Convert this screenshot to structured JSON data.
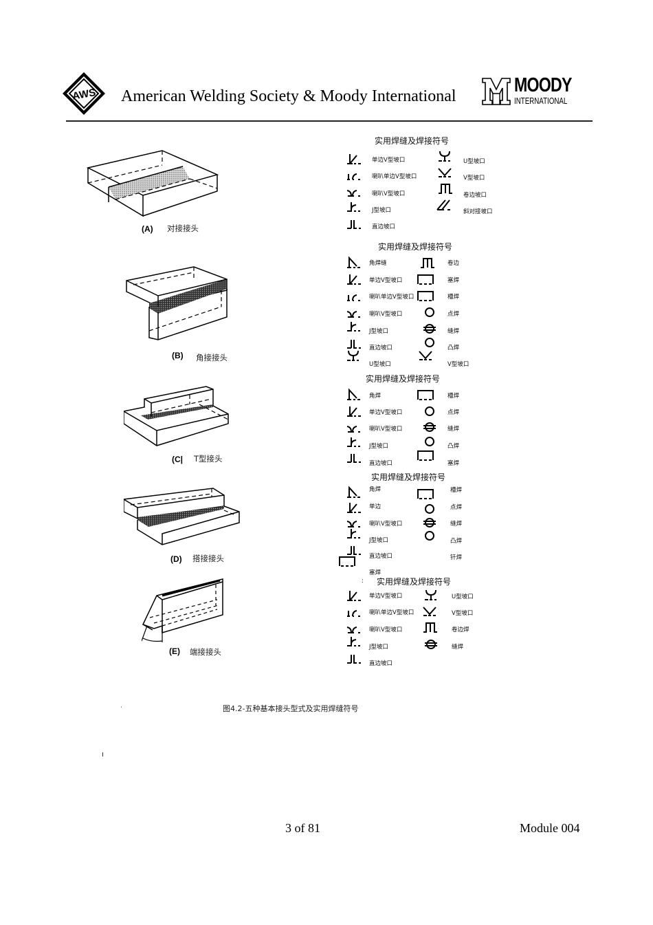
{
  "header": {
    "title": "American Welding Society & Moody International",
    "left_logo": {
      "icon": "aws-logo",
      "text": "AWS"
    },
    "right_logo": {
      "icon": "moody-logo",
      "name": "MOODY",
      "sub": "INTERNATIONAL"
    }
  },
  "figures": [
    {
      "id": "A",
      "label": "(A)",
      "caption": "对接接头"
    },
    {
      "id": "B",
      "label": "(B)",
      "caption": "角接接头"
    },
    {
      "id": "C",
      "label": "(C|",
      "caption": "T型接头"
    },
    {
      "id": "D",
      "label": "(D)",
      "caption": "搭接接头"
    },
    {
      "id": "E",
      "label": "(E)",
      "caption": "端接接头"
    }
  ],
  "symbol_tables": [
    {
      "title": "实用焊缝及焊接符号",
      "left": [
        {
          "icon": "bevel-symbol",
          "label": "单边V型坡口"
        },
        {
          "icon": "flare-bevel-symbol",
          "label": "喇叭单边V型坡口"
        },
        {
          "icon": "flare-v-symbol",
          "label": "喇叭V型坡口"
        },
        {
          "icon": "j-groove-symbol",
          "label": "J型坡口"
        },
        {
          "icon": "square-groove-symbol",
          "label": "直边坡口"
        }
      ],
      "right": [
        {
          "icon": "u-groove-symbol",
          "label": "U型坡口"
        },
        {
          "icon": "v-groove-symbol",
          "label": "V型坡口"
        },
        {
          "icon": "edge-flange-symbol",
          "label": "卷边坡口"
        },
        {
          "icon": "scarf-symbol",
          "label": "斜对接坡口"
        }
      ]
    },
    {
      "title": "实用焊缝及焊接符号",
      "left": [
        {
          "icon": "fillet-symbol",
          "label": "角焊缝"
        },
        {
          "icon": "bevel-symbol",
          "label": "单边V型坡口"
        },
        {
          "icon": "flare-bevel-symbol",
          "label": "喇叭单边V型坡口"
        },
        {
          "icon": "flare-v-symbol",
          "label": "喇叭V型坡口"
        },
        {
          "icon": "j-groove-symbol",
          "label": "J型坡口"
        },
        {
          "icon": "square-groove-symbol",
          "label": "直边坡口"
        },
        {
          "icon": "u-groove-symbol",
          "label": "U型坡口"
        }
      ],
      "right": [
        {
          "icon": "edge-flange-symbol",
          "label": "卷边"
        },
        {
          "icon": "plug-symbol",
          "label": "塞焊"
        },
        {
          "icon": "slot-symbol",
          "label": "槽焊"
        },
        {
          "icon": "spot-symbol",
          "label": "点焊"
        },
        {
          "icon": "seam-symbol",
          "label": "缝焊"
        },
        {
          "icon": "projection-symbol",
          "label": "凸焊"
        },
        {
          "icon": "v-groove-symbol",
          "label": "V型坡口"
        }
      ]
    },
    {
      "title": "实用焊缝及焊接符号",
      "left": [
        {
          "icon": "fillet-symbol",
          "label": "角焊"
        },
        {
          "icon": "bevel-symbol",
          "label": "单边V型坡口"
        },
        {
          "icon": "flare-v-symbol",
          "label": "喇叭V型坡口"
        },
        {
          "icon": "j-groove-symbol",
          "label": "J型坡口"
        },
        {
          "icon": "square-groove-symbol",
          "label": "直边坡口"
        }
      ],
      "right": [
        {
          "icon": "slot-symbol",
          "label": "槽焊"
        },
        {
          "icon": "spot-symbol",
          "label": "点焊"
        },
        {
          "icon": "seam-symbol",
          "label": "缝焊"
        },
        {
          "icon": "projection-symbol",
          "label": "凸焊"
        },
        {
          "icon": "plug-symbol",
          "label": "塞焊"
        }
      ]
    },
    {
      "title": "实用焊缝及焊接符号",
      "left": [
        {
          "icon": "fillet-symbol",
          "label": "角焊"
        },
        {
          "icon": "bevel-symbol",
          "label": "单边"
        },
        {
          "icon": "flare-v-symbol",
          "label": "喇叭V型坡口"
        },
        {
          "icon": "j-groove-symbol",
          "label": "J型坡口"
        },
        {
          "icon": "square-groove-symbol",
          "label": "直边坡口"
        },
        {
          "icon": "plug-symbol",
          "label": "塞焊"
        }
      ],
      "right": [
        {
          "icon": "slot-symbol",
          "label": "槽焊"
        },
        {
          "icon": "spot-symbol",
          "label": "点焊"
        },
        {
          "icon": "seam-symbol",
          "label": "缝焊"
        },
        {
          "icon": "projection-symbol",
          "label": "凸焊"
        },
        {
          "icon": "none",
          "label": "钎焊"
        }
      ]
    },
    {
      "title": "实用焊缝及焊接符号",
      "prefix": ":",
      "left": [
        {
          "icon": "bevel-symbol",
          "label": "单边V型坡口"
        },
        {
          "icon": "flare-bevel-symbol",
          "label": "喇叭单边V型坡口"
        },
        {
          "icon": "flare-v-symbol",
          "label": "喇叭V型坡口"
        },
        {
          "icon": "j-groove-symbol",
          "label": "J型坡口"
        },
        {
          "icon": "square-groove-symbol",
          "label": "直边坡口"
        }
      ],
      "right": [
        {
          "icon": "u-groove-symbol",
          "label": "U型坡口"
        },
        {
          "icon": "v-groove-symbol",
          "label": "V型坡口"
        },
        {
          "icon": "edge-flange-symbol",
          "label": "卷边焊"
        },
        {
          "icon": "seam-symbol",
          "label": "缝焊"
        }
      ]
    }
  ],
  "figure_title": "图4.2-五种基本接头型式及实用焊缝符号",
  "footer": {
    "page": "3 of 81",
    "module": "Module 004"
  }
}
